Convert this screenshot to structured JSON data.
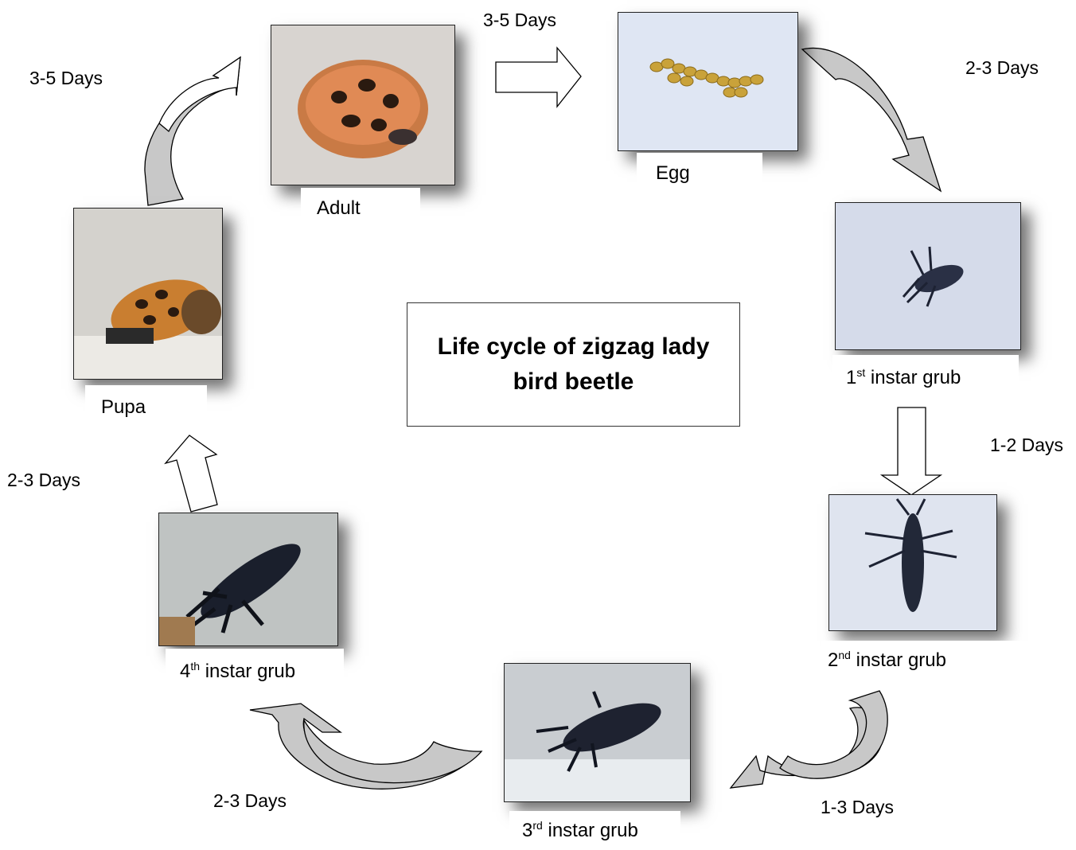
{
  "title": "Life cycle of zigzag lady bird beetle",
  "stages": {
    "adult": "Adult",
    "egg": "Egg",
    "instar1": {
      "num": "1",
      "sup": "st",
      "text": " instar grub"
    },
    "instar2": {
      "num": "2",
      "sup": "nd",
      "text": " instar grub"
    },
    "instar3": {
      "num": "3",
      "sup": "rd",
      "text": " instar grub"
    },
    "instar4": {
      "num": "4",
      "sup": "th",
      "text": " instar grub"
    },
    "pupa": "Pupa"
  },
  "durations": {
    "adult_to_egg": "3-5 Days",
    "egg_to_instar1": "2-3 Days",
    "instar1_to_instar2": "1-2 Days",
    "instar2_to_instar3": "1-3 Days",
    "instar3_to_instar4": "2-3 Days",
    "instar4_to_pupa": "2-3 Days",
    "pupa_to_adult": "3-5 Days"
  },
  "colors": {
    "arrow_fill_gray": "#c8c8c8",
    "arrow_fill_white": "#ffffff",
    "arrow_stroke": "#000000"
  }
}
